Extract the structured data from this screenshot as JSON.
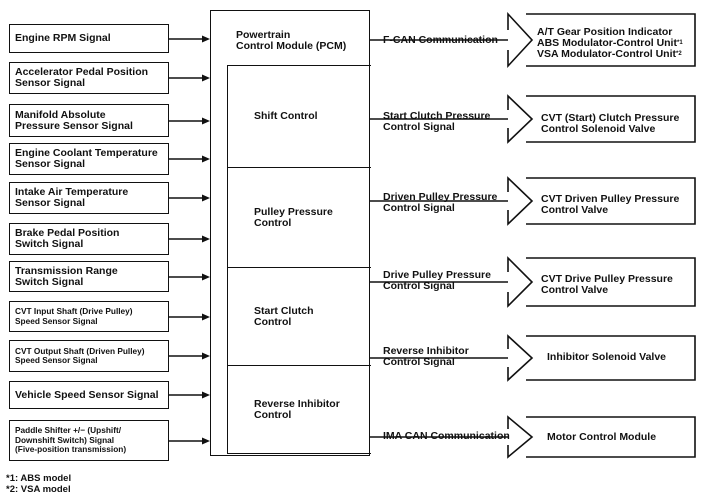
{
  "inputs": [
    [
      "Engine RPM Signal"
    ],
    [
      "Accelerator Pedal Position",
      "Sensor Signal"
    ],
    [
      "Manifold Absolute",
      "Pressure Sensor Signal"
    ],
    [
      "Engine Coolant Temperature",
      "Sensor Signal"
    ],
    [
      "Intake Air Temperature",
      "Sensor Signal"
    ],
    [
      "Brake Pedal Position",
      "Switch Signal"
    ],
    [
      "Transmission Range",
      "Switch Signal"
    ],
    [
      "CVT Input Shaft (Drive Pulley)",
      "Speed Sensor Signal"
    ],
    [
      "CVT Output Shaft (Driven Pulley)",
      "Speed Sensor Signal"
    ],
    [
      "Vehicle Speed Sensor Signal"
    ],
    [
      "Paddle Shifter +/− (Upshift/",
      "Downshift Switch) Signal",
      "(Five-position transmission)"
    ]
  ],
  "pcm": {
    "title": [
      "Powertrain",
      "Control Module (PCM)"
    ],
    "sections": [
      [
        "Shift Control"
      ],
      [
        "Pulley Pressure",
        "Control"
      ],
      [
        "Start Clutch",
        "Control"
      ],
      [
        "Reverse Inhibitor",
        "Control"
      ]
    ]
  },
  "signals": [
    [
      "F-CAN Communication"
    ],
    [
      "Start Clutch Pressure",
      "Control Signal"
    ],
    [
      "Driven Pulley Pressure",
      "Control Signal"
    ],
    [
      "Drive Pulley Pressure",
      "Control Signal"
    ],
    [
      "Reverse Inhibitor",
      "Control Signal"
    ],
    [
      "IMA CAN Communication"
    ]
  ],
  "outputs": [
    {
      "lines": [
        "A/T Gear Position Indicator",
        "ABS Modulator-Control Unit",
        "VSA Modulator-Control Unit"
      ],
      "marks": [
        "",
        "*1",
        "*2"
      ]
    },
    {
      "lines": [
        "CVT (Start) Clutch Pressure",
        "Control Solenoid Valve"
      ],
      "marks": [
        "",
        ""
      ]
    },
    {
      "lines": [
        "CVT Driven Pulley Pressure",
        "Control Valve"
      ],
      "marks": [
        "",
        ""
      ]
    },
    {
      "lines": [
        "CVT Drive Pulley Pressure",
        "Control Valve"
      ],
      "marks": [
        "",
        ""
      ]
    },
    {
      "lines": [
        "Inhibitor Solenoid Valve"
      ],
      "marks": [
        ""
      ]
    },
    {
      "lines": [
        "Motor Control Module"
      ],
      "marks": [
        ""
      ]
    }
  ],
  "footnotes": [
    "*1: ABS model",
    "*2: VSA model"
  ]
}
